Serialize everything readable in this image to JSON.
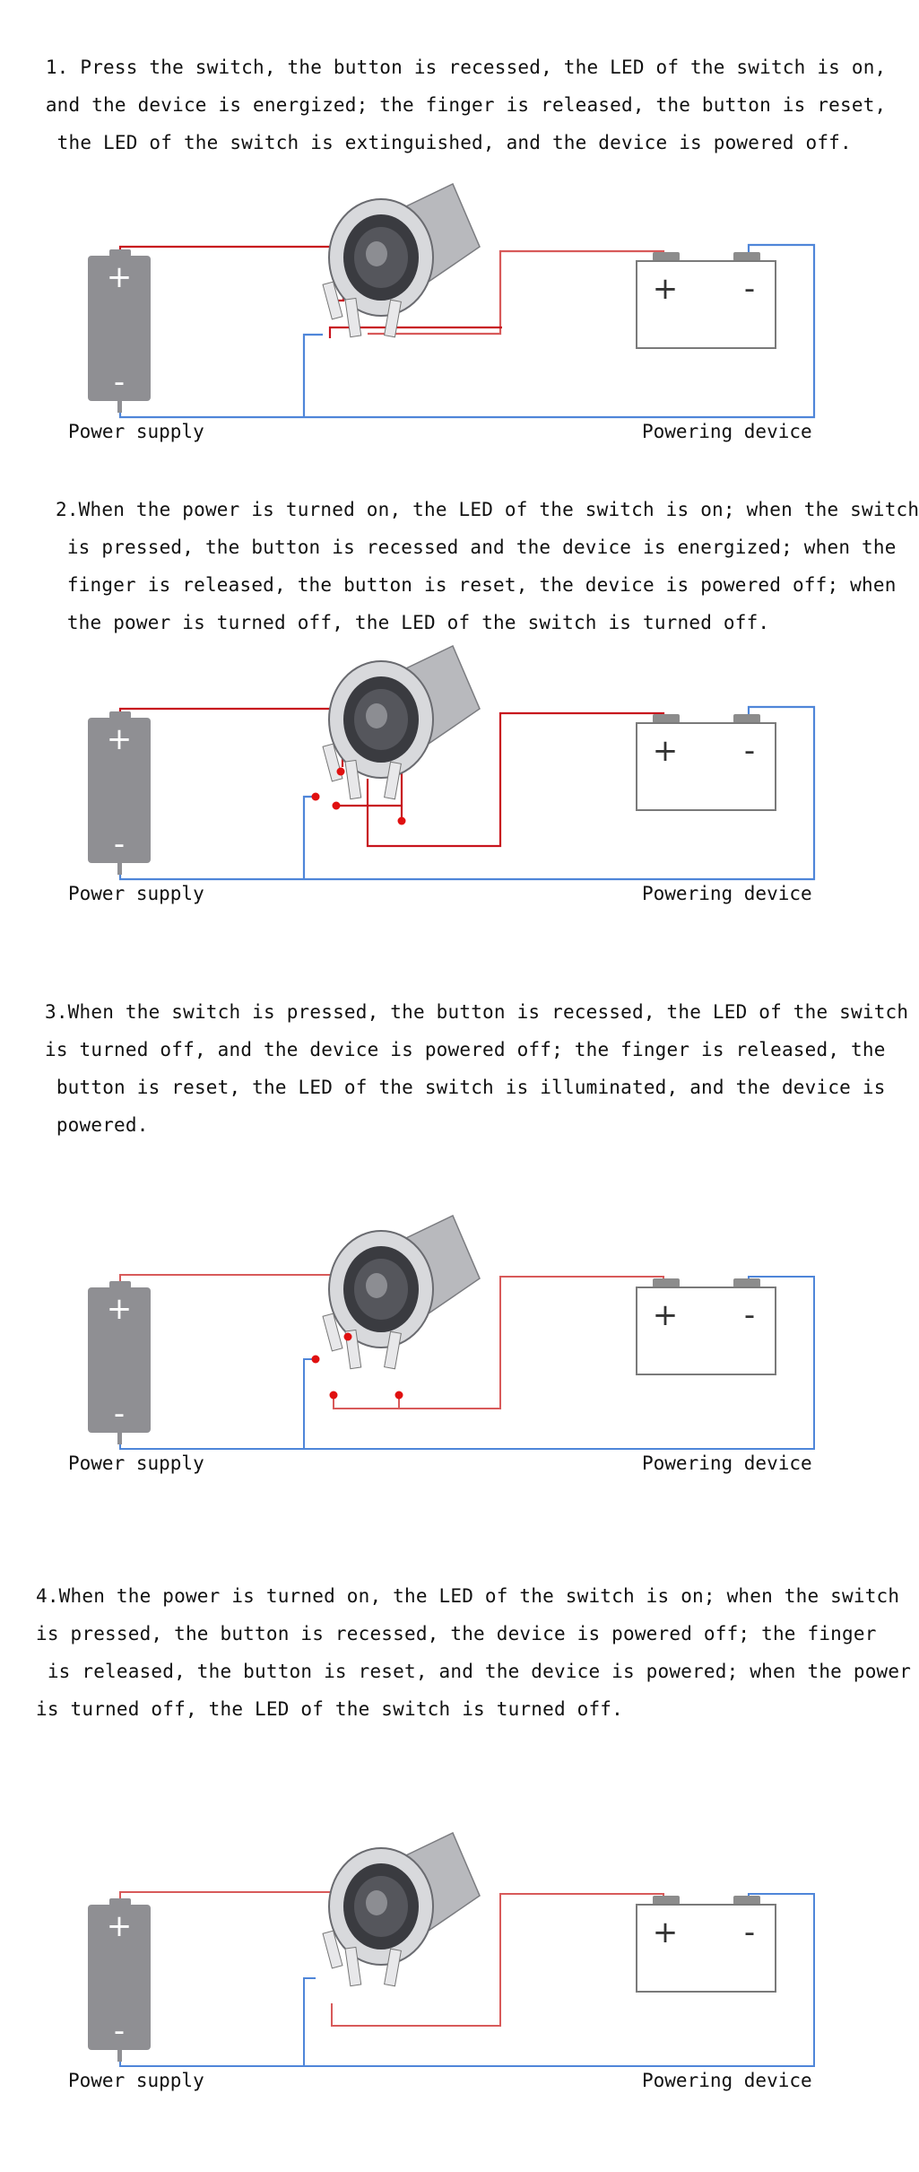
{
  "sections": [
    {
      "lines": [
        " 1. Press the switch, the button is recessed, the LED of the switch is on,",
        " and the device is energized; the finger is released, the button is reset,",
        "  the LED of the switch is extinguished, and the device is powered off."
      ],
      "power_supply_label": "Power supply",
      "device_label": "Powering device"
    },
    {
      "lines": [
        "2.When the power is turned on, the LED of the switch is on; when the switch",
        " is pressed, the button is recessed and the device is energized; when the",
        " finger is released, the button is reset, the device is powered off; when",
        " the power is turned off, the LED of the switch is turned off."
      ],
      "power_supply_label": "Power supply",
      "device_label": "Powering device"
    },
    {
      "lines": [
        "3.When the switch is pressed, the button is recessed, the LED of the switch",
        "is turned off, and the device is powered off; the finger is released, the",
        " button is reset, the LED of the switch is illuminated, and the device is",
        " powered."
      ],
      "power_supply_label": "Power supply",
      "device_label": "Powering device"
    },
    {
      "lines": [
        "4.When the power is turned on, the LED of the switch is on; when the switch",
        "is pressed, the button is recessed, the device is powered off; the finger",
        " is released, the button is reset, and the device is powered; when the power",
        "is turned off, the LED of the switch is turned off."
      ],
      "power_supply_label": "Power supply",
      "device_label": "Powering device"
    }
  ],
  "symbols": {
    "plus": "+",
    "minus": "-"
  },
  "colors": {
    "battery": "#8f8f93",
    "wire_red": "#c8141e",
    "wire_blue": "#4f86d9",
    "terminal_dot": "#e01010",
    "device_outline": "#7a7a7a",
    "device_terminal": "#8c8c8c"
  }
}
